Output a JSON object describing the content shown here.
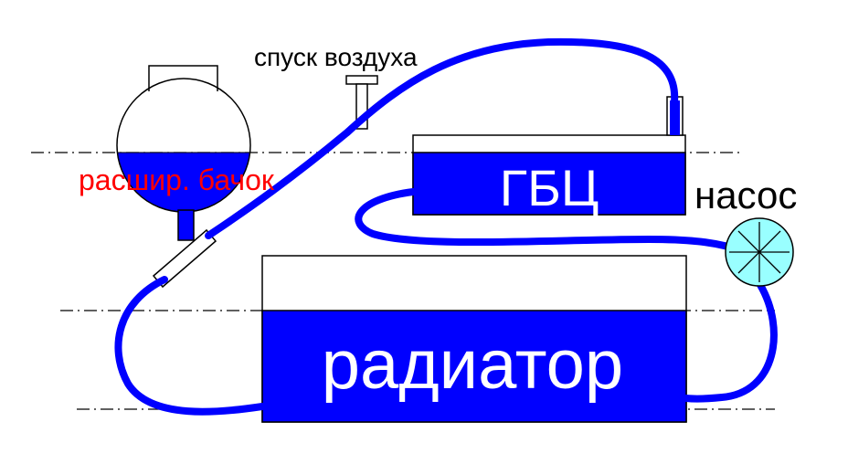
{
  "labels": {
    "air_vent": "спуск воздуха",
    "expansion_tank": "расшир. бачок",
    "cylinder_head": "ГБЦ",
    "pump": "насос",
    "radiator": "радиатор"
  },
  "colors": {
    "coolant": "#0000ff",
    "tank_label": "#ff0000",
    "pump_fill": "#99ffff",
    "outline": "#000000",
    "background": "#ffffff"
  }
}
